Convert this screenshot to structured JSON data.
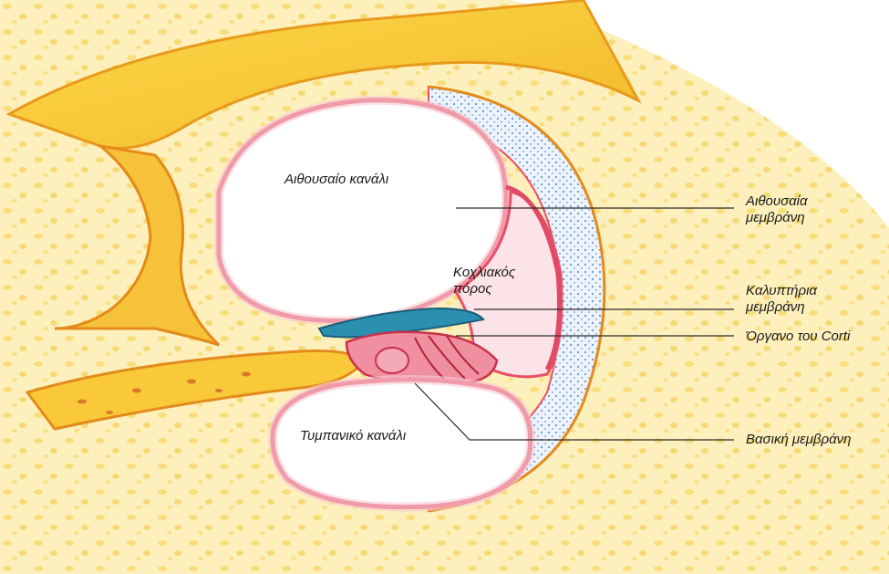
{
  "labels": {
    "scala_vestibuli": "Αιθουσαίο κανάλι",
    "cochlear_duct": [
      "Κοχλιακός",
      "πόρος"
    ],
    "scala_tympani": "Τυμπανικό κανάλι",
    "vestibular_membrane": [
      "Αιθουσαία",
      "μεμβράνη"
    ],
    "tectorial_membrane": [
      "Καλυπτήρια",
      "μεμβράνη"
    ],
    "organ_of_corti": "Όργανο του Corti",
    "basilar_membrane": "Βασική μεμβράνη"
  },
  "colors": {
    "bone": "#f7c832",
    "bone_edge": "#e89a1c",
    "spongy_bone": "#fbe9a8",
    "membrane": "#e8506a",
    "membrane_fill": "#f7cbd4",
    "tectorial": "#2b8fb0",
    "ligament_dots": "#6aa8d8",
    "leader": "#2a2a2a"
  }
}
